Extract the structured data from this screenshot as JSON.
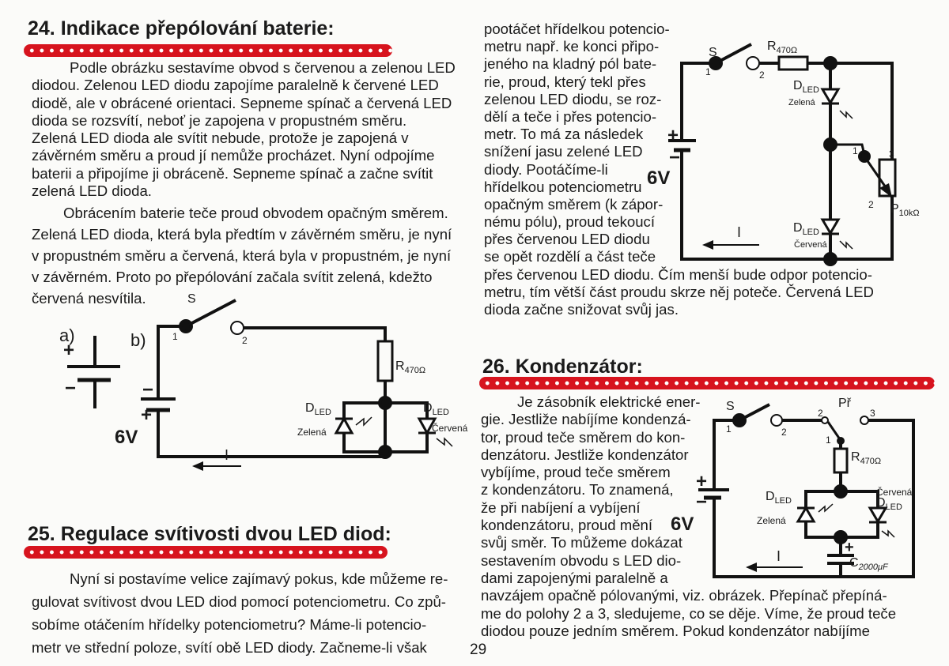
{
  "section24": {
    "title": "24. Indikace přepólování baterie:",
    "para1": [
      "Podle obrázku sestavíme obvod s červenou a zelenou LED",
      "diodou. Zelenou LED diodu zapojíme paralelně k červené LED",
      "diodě, ale v obrácené orientaci. Sepneme spínač a červená LED",
      "dioda se rozsvítí, neboť je zapojena v propustném směru.",
      "Zelená LED dioda ale svítit nebude, protože je zapojená v",
      "závěrném směru a proud jí nemůže procházet. Nyní odpojíme",
      "baterii a připojíme ji obráceně. Sepneme spínač a začne svítit",
      "zelená LED dioda."
    ],
    "para2": [
      "Obrácením baterie teče proud obvodem opačným směrem.",
      "Zelená LED dioda, která byla předtím v závěrném směru, je nyní",
      "v propustném směru a červená, která byla v propustném, je nyní",
      "v závěrném. Proto po přepólování začala svítit zelená, kdežto",
      "červená nesvítila."
    ],
    "circuit": {
      "label_a": "a)",
      "label_b": "b)",
      "plus": "+",
      "minus": "−",
      "switch": "S",
      "pin1": "1",
      "pin2": "2",
      "resistor": "R",
      "resistor_sub": "470Ω",
      "dled": "D",
      "dled_sub": "LED",
      "green": "Zelená",
      "red": "Červená",
      "voltage": "6V",
      "current": "I"
    }
  },
  "section25": {
    "title": "25. Regulace svítivosti dvou LED diod:",
    "para1": [
      "Nyní si postavíme velice zajímavý pokus, kde můžeme re-",
      "gulovat svítivost dvou LED diod pomocí potenciometru. Co způ-",
      "sobíme otáčením hřídelky potenciometru? Máme-li potencio-",
      "metr ve střední poloze, svítí obě LED diody. Začneme-li však"
    ],
    "para2": [
      "pootáčet hřídelkou potencio-",
      "metru např. ke konci připo-",
      "jeného na kladný pól bate-",
      "rie, proud, který tekl přes",
      "zelenou LED diodu, se roz-",
      "dělí a teče i přes potencio-",
      "metr. To má za následek",
      "snížení jasu zelené LED",
      "diody. Pootáčíme-li",
      "hřídelkou potenciometru",
      "opačným směrem (k zápor-",
      "nému pólu), proud tekoucí",
      "přes červenou LED diodu",
      "se opět rozdělí a část teče",
      "přes červenou LED diodu. Čím menší bude odpor potencio-",
      "metru, tím větší část proudu skrze něj poteče. Červená LED",
      "dioda začne snižovat svůj jas."
    ],
    "circuit": {
      "switch": "S",
      "pin1": "1",
      "pin2": "2",
      "pin3": "3",
      "resistor": "R",
      "resistor_sub": "470Ω",
      "pot": "P",
      "pot_sub": "10kΩ",
      "dled": "D",
      "dled_sub": "LED",
      "green": "Zelená",
      "red": "Červená",
      "voltage": "6V",
      "plus": "+",
      "minus": "−",
      "current": "I"
    }
  },
  "section26": {
    "title": "26. Kondenzátor:",
    "para": [
      "Je zásobník elektrické ener-",
      "gie. Jestliže nabíjíme kondenzá-",
      "tor, proud teče směrem do kon-",
      "denzátoru. Jestliže kondenzátor",
      "vybíjíme, proud teče směrem",
      "z kondenzátoru. To znamená,",
      "že při nabíjení a vybíjení",
      "kondenzátoru, proud mění",
      "svůj směr. To můžeme dokázat",
      "sestavením obvodu s LED dio-",
      "dami zapojenými paralelně a",
      "navzájem opačně pólovanými, viz. obrázek. Přepínač přepíná-",
      "me do polohy 2 a 3, sledujeme, co se děje. Víme, že proud teče",
      "diodou pouze jedním směrem. Pokud kondenzátor nabíjíme"
    ],
    "circuit": {
      "switch": "S",
      "selector": "Př",
      "pin1": "1",
      "pin2": "2",
      "pin3": "3",
      "resistor": "R",
      "resistor_sub": "470Ω",
      "cap": "C",
      "cap_sub": "2000μF",
      "dled": "D",
      "dled_sub": "LED",
      "green": "Zelená",
      "red": "Červená",
      "voltage": "6V",
      "plus": "+",
      "minus": "−",
      "current": "I"
    }
  },
  "page_number": "29",
  "colors": {
    "accent": "#d7141e",
    "text": "#1a1a1a"
  }
}
